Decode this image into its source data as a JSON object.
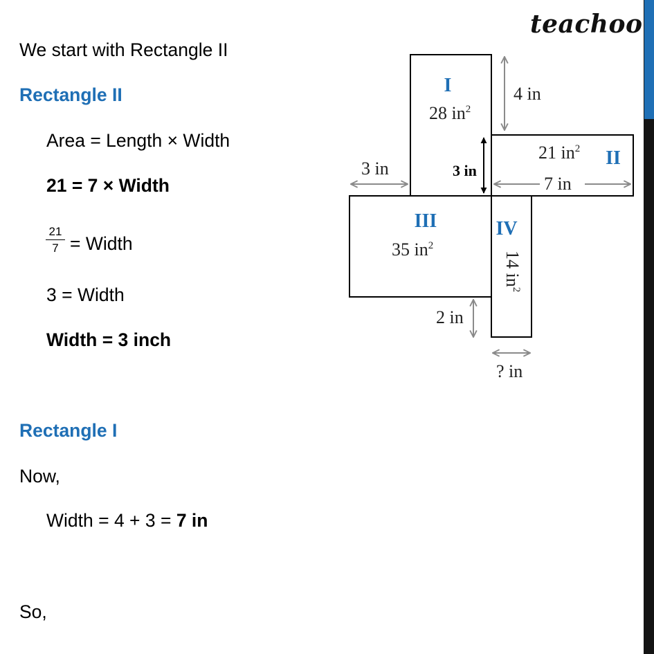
{
  "brand": "teachoo",
  "lines": {
    "intro": "We start with Rectangle II",
    "heading_rect2": "Rectangle II",
    "area_formula": "Area = Length  × Width",
    "eq1": "21 = 7 × Width",
    "frac_num": "21",
    "frac_den": "7",
    "frac_rest": "= Width",
    "eq2": "3 = Width",
    "eq3": "Width = 3 inch",
    "heading_rect1": "Rectangle I",
    "now": "Now,",
    "width_prefix": "Width = 4 + 3 = ",
    "width_value": "7 in",
    "so": "So,"
  },
  "figure": {
    "rect_I": {
      "name": "I",
      "area": "28 in",
      "sup": "2"
    },
    "rect_II": {
      "name": "II",
      "area": "21 in",
      "sup": "2"
    },
    "rect_III": {
      "name": "III",
      "area": "35 in",
      "sup": "2"
    },
    "rect_IV": {
      "name": "IV",
      "area": "14 in",
      "sup": "2"
    },
    "dim_4in": "4 in",
    "dim_3in_left": "3 in",
    "dim_3in_marked": "3 in",
    "dim_7in": "7 in",
    "dim_2in": "2 in",
    "dim_unknown": "? in"
  },
  "colors": {
    "accent": "#1f6fb5",
    "arrow": "#8a8a8a",
    "scrollbar": "#141414"
  }
}
